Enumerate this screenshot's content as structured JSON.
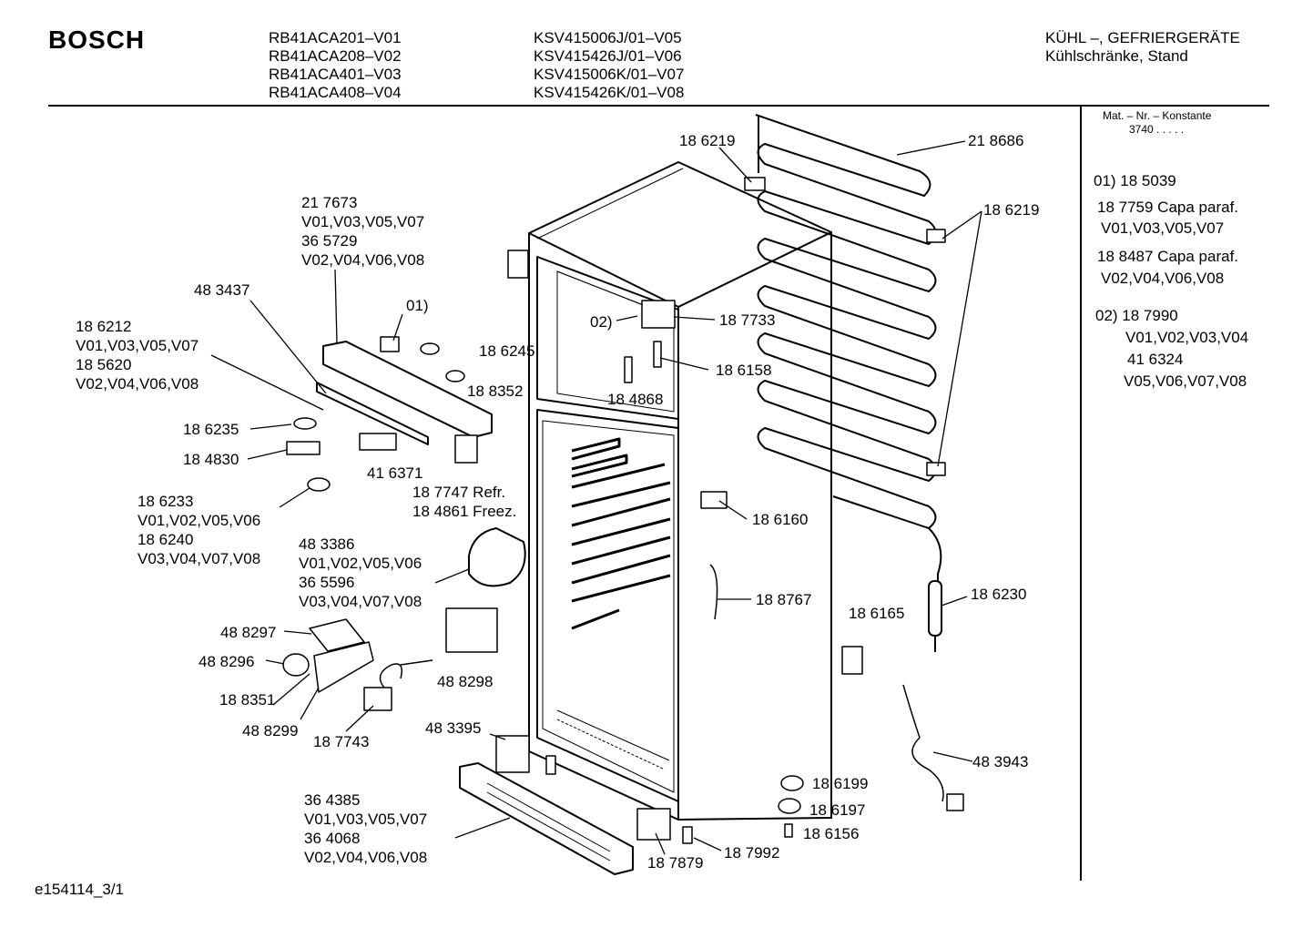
{
  "header": {
    "brand": "BOSCH",
    "models_col1": [
      "RB41ACA201–V01",
      "RB41ACA208–V02",
      "RB41ACA401–V03",
      "RB41ACA408–V04"
    ],
    "models_col2": [
      "KSV415006J/01–V05",
      "KSV415426J/01–V06",
      "KSV415006K/01–V07",
      "KSV415426K/01–V08"
    ],
    "category": "KÜHL –, GEFRIERGERÄTE",
    "subcategory": "Kühlschränke, Stand"
  },
  "sidebar": {
    "mat_title": "Mat. – Nr. – Konstante",
    "mat_value": "3740  .  .  .  .  .",
    "notes": [
      "01) 18 5039",
      "18 7759 Capa paraf.",
      "V01,V03,V05,V07",
      "18 8487 Capa  paraf.",
      "V02,V04,V06,V08",
      "02) 18 7990",
      "V01,V02,V03,V04",
      "41 6324",
      "V05,V06,V07,V08"
    ]
  },
  "labels": [
    "18 6219",
    "21 8686",
    "18 6219",
    "21 7673",
    "V01,V03,V05,V07",
    "36 5729",
    "V02,V04,V06,V08",
    "48 3437",
    "01)",
    "02)",
    "18 7733",
    "18 6212",
    "V01,V03,V05,V07",
    "18 5620",
    "V02,V04,V06,V08",
    "18 6245",
    "18 6158",
    "18 8352",
    "18 4868",
    "18 6235",
    "18 4830",
    "41 6371",
    "18 7747 Refr.",
    "18 4861 Freez.",
    "18 6233",
    "V01,V02,V05,V06",
    "18 6240",
    "V03,V04,V07,V08",
    "18 6160",
    "48 3386",
    "V01,V02,V05,V06",
    "36 5596",
    "V03,V04,V07,V08",
    "18 8767",
    "18 6165",
    "18 6230",
    "48 8297",
    "48 8296",
    "18 8351",
    "48 8299",
    "18 7743",
    "48 8298",
    "48 3395",
    "48 3943",
    "18 6199",
    "18 6197",
    "18 6156",
    "36 4385",
    "V01,V03,V05,V07",
    "36 4068",
    "V02,V04,V06,V08",
    "18 7879",
    "18 7992"
  ],
  "footer": {
    "code": "e154114_3/1"
  }
}
